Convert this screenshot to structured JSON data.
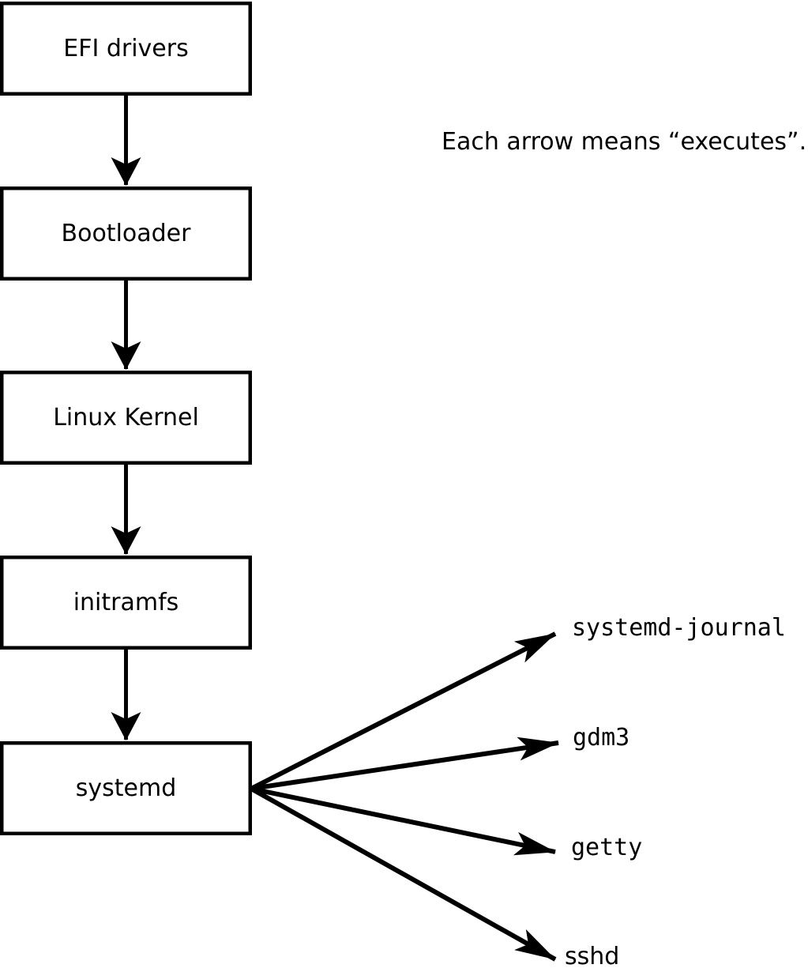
{
  "diagram": {
    "note": "Each arrow means “executes”.",
    "chain": [
      {
        "label": "EFI drivers"
      },
      {
        "label": "Bootloader"
      },
      {
        "label": "Linux Kernel"
      },
      {
        "label": "initramfs"
      },
      {
        "label": "systemd"
      }
    ],
    "spawned": [
      {
        "label": "systemd-journal"
      },
      {
        "label": "gdm3"
      },
      {
        "label": "getty"
      },
      {
        "label": "sshd"
      }
    ],
    "arrow_meaning": "executes",
    "colors": {
      "line": "#000000",
      "box_fill": "#ffffff",
      "background": "#ffffff"
    }
  }
}
